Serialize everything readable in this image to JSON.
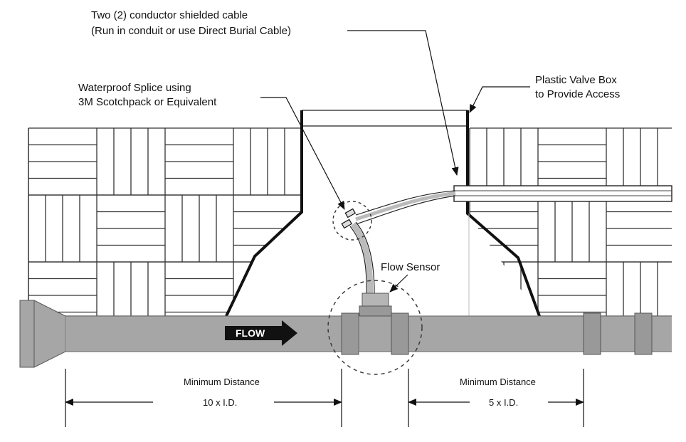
{
  "labels": {
    "cable_line1": "Two (2) conductor shielded cable",
    "cable_line2": "(Run in conduit or use Direct Burial Cable)",
    "splice_line1": "Waterproof Splice using",
    "splice_line2": "3M Scotchpack or Equivalent",
    "valve_line1": "Plastic Valve Box",
    "valve_line2": "to Provide Access",
    "sensor": "Flow Sensor",
    "flow": "FLOW"
  },
  "dimensions": {
    "upstream_title": "Minimum Distance",
    "upstream_value": "10 x I.D.",
    "downstream_title": "Minimum Distance",
    "downstream_value": "5 x I.D."
  },
  "colors": {
    "pipe": "#a6a6a6",
    "pipe_dark": "#8c8c8c",
    "line": "#111111",
    "paver_line": "#333333"
  }
}
